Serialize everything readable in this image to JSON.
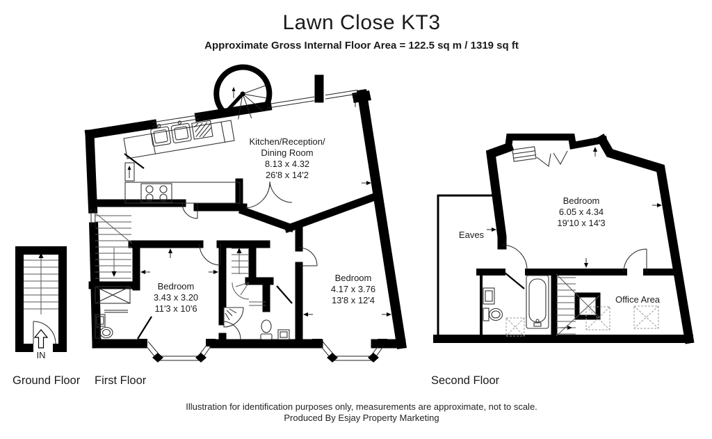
{
  "header": {
    "title": "Lawn Close KT3",
    "subtitle": "Approximate Gross Internal Floor Area = 122.5 sq m / 1319 sq ft"
  },
  "floors": {
    "ground": {
      "label": "Ground Floor",
      "entrance": "IN"
    },
    "first": {
      "label": "First Floor",
      "kitchen": {
        "line1": "Kitchen/Reception/",
        "line2": "Dining Room",
        "metric": "8.13 x 4.32",
        "imperial": "26'8 x 14'2"
      },
      "bedroom_left": {
        "name": "Bedroom",
        "metric": "3.43 x 3.20",
        "imperial": "11'3 x 10'6"
      },
      "bedroom_right": {
        "name": "Bedroom",
        "metric": "4.17 x 3.76",
        "imperial": "13'8 x 12'4"
      }
    },
    "second": {
      "label": "Second Floor",
      "bedroom": {
        "name": "Bedroom",
        "metric": "6.05 x 4.34",
        "imperial": "19'10 x 14'3"
      },
      "eaves_label": "Eaves",
      "office_label": "Office Area"
    }
  },
  "footer": {
    "line1": "Illustration for identification purposes only, measurements are approximate, not to scale.",
    "line2": "Produced By Esjay Property Marketing"
  },
  "icons": {
    "entrance_arrow": "up-arrow",
    "stair_direction_arrows": "up/down arrows",
    "spiral_staircase": "radial spokes",
    "skylight": "dashed box with X"
  },
  "colors": {
    "wall": "#000000",
    "background": "#ffffff",
    "fixture_line": "#333333",
    "text": "#1a1a1a"
  }
}
